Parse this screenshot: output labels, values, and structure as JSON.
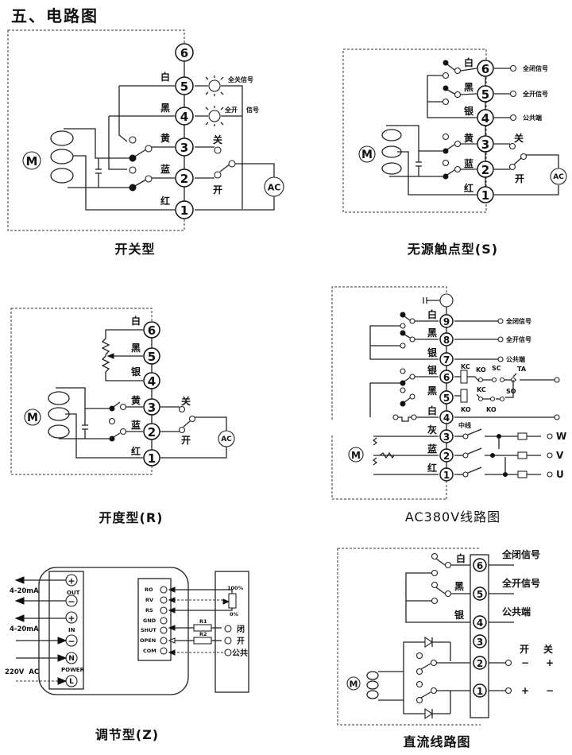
{
  "page_title": "五、电路图",
  "diagrams": {
    "switch_type": {
      "caption": "开关型",
      "terminals": [
        "1",
        "2",
        "3",
        "4",
        "5",
        "6"
      ],
      "wire_colors": {
        "5": "白",
        "4": "黑",
        "3": "黄",
        "2": "蓝",
        "1": "红"
      },
      "signals": {
        "full_close": "全关信号",
        "full_open_a": "全开",
        "full_open_b": "信号"
      },
      "switch_labels": {
        "close": "关",
        "open": "开"
      },
      "motor": "M",
      "power": "AC"
    },
    "passive_contact": {
      "caption": "无源触点型(S)",
      "terminals": [
        "1",
        "2",
        "3",
        "4",
        "5",
        "6"
      ],
      "wire_colors": {
        "6": "白",
        "5": "黑",
        "4": "银",
        "3": "黄",
        "2": "蓝",
        "1": "红"
      },
      "signals": {
        "6": "全闭信号",
        "5": "全开信号",
        "4": "公共端"
      },
      "switch_labels": {
        "close": "关",
        "open": "开"
      },
      "motor": "M",
      "power": "AC"
    },
    "opening_type": {
      "caption": "开度型(R)",
      "terminals": [
        "1",
        "2",
        "3",
        "4",
        "5",
        "6"
      ],
      "wire_colors": {
        "6": "白",
        "5": "黑",
        "4": "银",
        "3": "黄",
        "2": "蓝",
        "1": "红"
      },
      "switch_labels": {
        "close": "关",
        "open": "开"
      },
      "motor": "M",
      "power": "AC"
    },
    "ac380": {
      "caption": "AC380V线路图",
      "terminals": [
        "1",
        "2",
        "3",
        "4",
        "5",
        "6",
        "7",
        "8",
        "9"
      ],
      "wire_colors": {
        "9": "白",
        "8": "黑",
        "7": "银",
        "6": "银",
        "5": "黑",
        "4": "白",
        "3": "灰",
        "2": "蓝",
        "1": "红"
      },
      "signals": {
        "9": "全闭信号",
        "8": "全开信号",
        "7": "公共端"
      },
      "relay_labels": {
        "kc": "KC",
        "ko": "KO",
        "sc": "SC",
        "so": "SO",
        "ta": "TA",
        "neutral": "中线"
      },
      "phases": [
        "W",
        "V",
        "U"
      ],
      "motor": "M"
    },
    "regulating": {
      "caption": "调节型(Z)",
      "left_labels": {
        "out_signal": "4-20mA",
        "out": "OUT",
        "in_signal": "4-20mA",
        "in": "IN",
        "power": "POWER",
        "voltage": "220V  AC"
      },
      "left_terminals": [
        "+",
        "−",
        "+",
        "−",
        "N",
        "L"
      ],
      "pins": [
        "RO",
        "RV",
        "RS",
        "GND",
        "SHUT",
        "OPEN",
        "COM"
      ],
      "pot_labels": {
        "max": "100%",
        "min": "0%"
      },
      "resistors": [
        "R1",
        "R2"
      ],
      "outputs": [
        "闭",
        "开",
        "公共"
      ]
    },
    "dc": {
      "caption": "直流线路图",
      "terminals": [
        "1",
        "2",
        "3",
        "4",
        "5",
        "6"
      ],
      "wire_colors": {
        "6": "白",
        "5": "黑",
        "4": "银"
      },
      "signals": {
        "6": "全闭信号",
        "5": "全开信号",
        "4": "公共端"
      },
      "polarity_headers": {
        "open": "开",
        "close": "关"
      },
      "polarity": {
        "2": {
          "open": "−",
          "close": "+"
        },
        "1": {
          "open": "+",
          "close": "−"
        }
      },
      "motor": "M"
    }
  }
}
